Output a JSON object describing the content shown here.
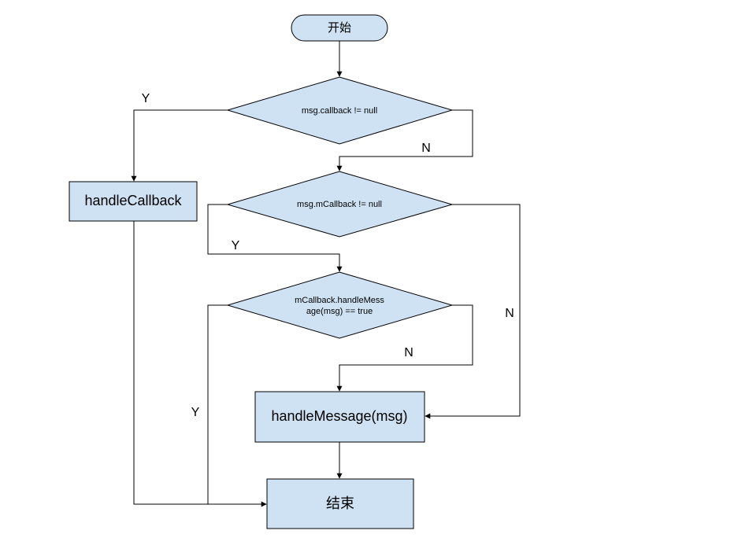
{
  "nodes": {
    "start": "开始",
    "decision_callback": "msg.callback != null",
    "decision_mcallback": "msg.mCallback != null",
    "decision_handle_line1": "mCallback.handleMess",
    "decision_handle_line2": "age(msg) == true",
    "handle_callback": "handleCallback",
    "handle_message": "handleMessage(msg)",
    "end": "结束"
  },
  "edge_labels": {
    "callback_yes": "Y",
    "callback_no": "N",
    "mcallback_yes": "Y",
    "mcallback_no": "N",
    "handle_yes": "Y",
    "handle_no": "N"
  },
  "colors": {
    "node_fill": "#cfe2f3",
    "stroke": "#000000"
  }
}
